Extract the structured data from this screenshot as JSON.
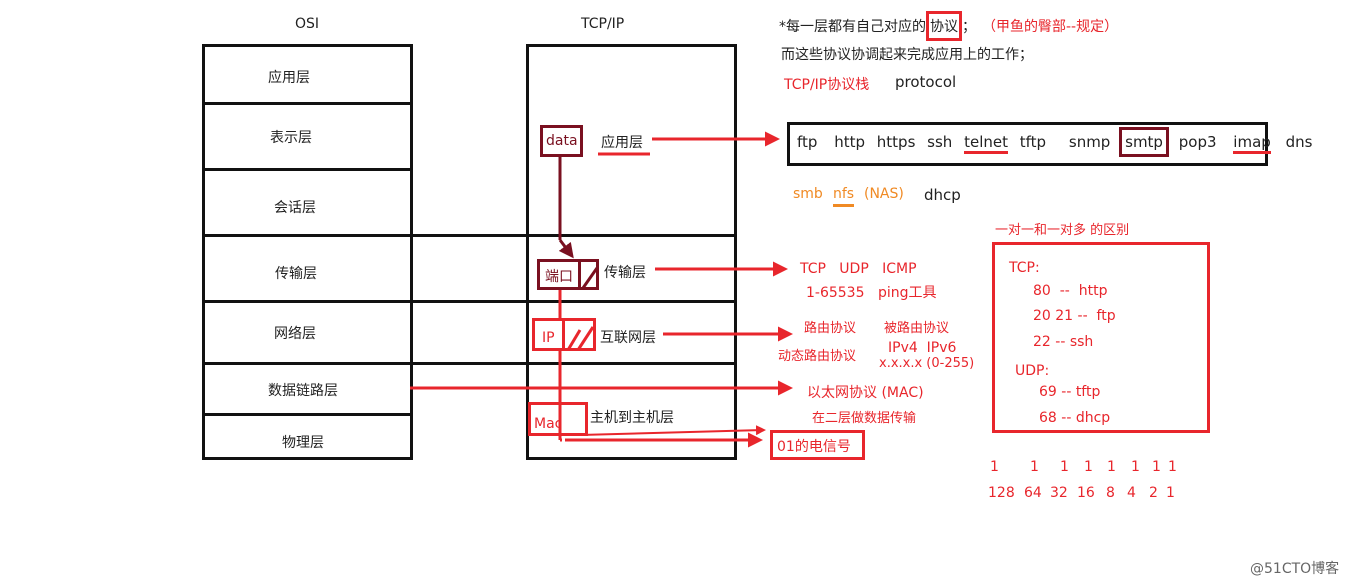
{
  "osi": {
    "title": "OSI",
    "layers": [
      "应用层",
      "表示层",
      "会话层",
      "传输层",
      "网络层",
      "数据链路层",
      "物理层"
    ]
  },
  "tcpip": {
    "title": "TCP/IP",
    "app_label": "应用层",
    "data_label": "data",
    "transport_label": "传输层",
    "port_label": "端口",
    "internet_label": "互联网层",
    "ip_label": "IP",
    "host_label": "主机到主机层",
    "mac_label": "Mac"
  },
  "notes": {
    "line1_a": "*每一层都有自己对应的",
    "line1_box": "协议",
    "line1_b": "；",
    "line1_red": "（甲鱼的臀部--规定）",
    "line2": "而这些协议协调起来完成应用上的工作；",
    "stack_red": "TCP/IP协议栈",
    "stack_black": "protocol"
  },
  "app_protocols": [
    "ftp",
    "http",
    "https",
    "ssh",
    "telnet",
    "tftp",
    "snmp",
    "smtp",
    "pop3",
    "imap",
    "dns"
  ],
  "app_extra": {
    "smb": "smb",
    "nfs": "nfs",
    "nas": "(NAS)",
    "dhcp": "dhcp"
  },
  "transport_notes": {
    "line1": "TCP   UDP   ICMP",
    "ports": "1-65535",
    "ping": "ping工具"
  },
  "network_notes": {
    "routing": "路由协议",
    "routed": "被路由协议",
    "dynamic": "动态路由协议",
    "ipver": "IPv4  IPv6",
    "ipfmt": "x.x.x.x (0-255)"
  },
  "link_notes": {
    "ethernet": "以太网协议 (MAC)",
    "layer2": "在二层做数据传输"
  },
  "physical_note": "01的电信号",
  "ports_box": {
    "title": "一对一和一对多 的区别",
    "tcp": "TCP:",
    "tcp_items": [
      "80  --  http",
      "20 21 --  ftp",
      "22 -- ssh"
    ],
    "udp": "UDP:",
    "udp_items": [
      "69 -- tftp",
      "68 -- dhcp"
    ]
  },
  "binary": {
    "bits": [
      "1",
      "1",
      "1",
      "1",
      "1",
      "1",
      "1",
      "1"
    ],
    "weights": [
      "128",
      "64",
      "32",
      "16",
      "8",
      "4",
      "2",
      "1"
    ]
  },
  "watermark": "@51CTO博客",
  "colors": {
    "red": "#e8262c",
    "dark_red": "#7a1020",
    "orange": "#f08a24"
  }
}
